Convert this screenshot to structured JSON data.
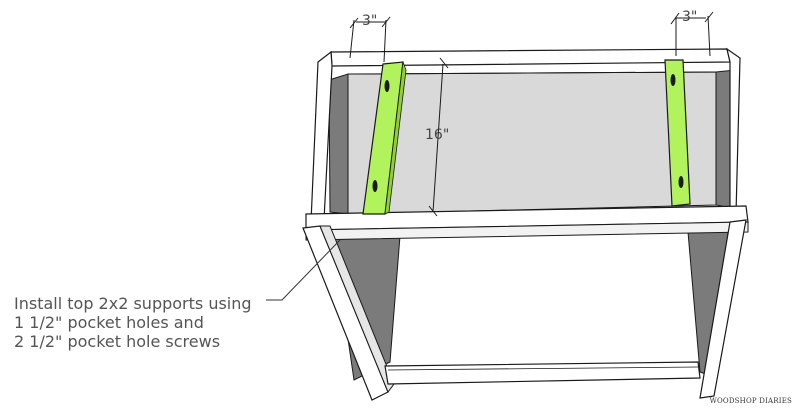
{
  "callout": {
    "line1": "Install top 2x2 supports using",
    "line2": "1 1/2\" pocket holes and",
    "line3": "2 1/2\" pocket hole screws"
  },
  "dimensions": {
    "left_inset": "3\"",
    "right_inset": "3\"",
    "depth": "16\""
  },
  "watermark": "WOODSHOP DIARIES",
  "colors": {
    "support": "#b2f25c",
    "interior_panel": "#d9d9d9",
    "side_shadow": "#7a7a7a",
    "frame_fill": "#ffffff",
    "outline": "#1a1a1a"
  }
}
